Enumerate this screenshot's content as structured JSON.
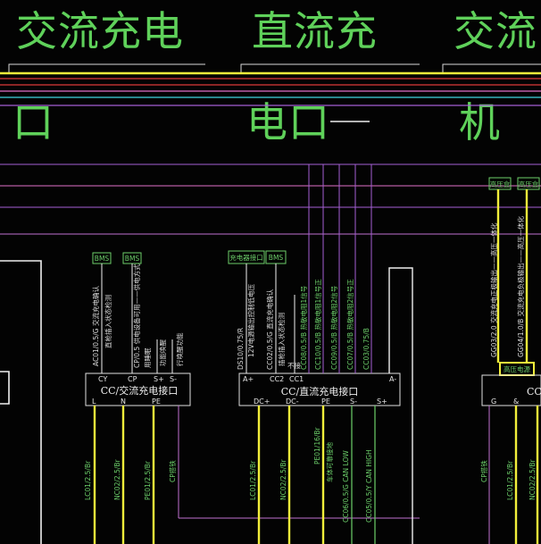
{
  "titles": {
    "ac_port_line1": "交流充电",
    "ac_port_line2": "口",
    "dc_port_line1": "直流充",
    "dc_port_line2": "电口",
    "ac_machine_line1": "交流",
    "ac_machine_line2": "机"
  },
  "ac_connector": {
    "name": "CC/交流充电接口",
    "top_pins": [
      "CY",
      "CP",
      "S+",
      "S-"
    ],
    "bottom_pins": [
      "L",
      "N",
      "PE"
    ],
    "bms_tags": [
      "BMS",
      "BMS"
    ],
    "signals": [
      "AC01/0.5/G 交流充电确认",
      "直枪插入状态检测",
      "CP/0.5 供电设备可用——供电方式",
      "用睡眠",
      "功能唤醒",
      "行唤醒功能"
    ],
    "wires": [
      "LC01/2.5/Br",
      "NC02/2.5/Br",
      "PE01/2.5/Br",
      "CP搭铁"
    ]
  },
  "dc_connector": {
    "name": "CC/直流充电接口",
    "top_pins": [
      "A+",
      "CC2",
      "CC1",
      "A-"
    ],
    "bottom_pins": [
      "DC+",
      "DC-",
      "PE",
      "S-",
      "S+"
    ],
    "tags": [
      "充电器接口",
      "BMS"
    ],
    "signals": [
      "DS10/0.75/R",
      "12V电源输出控制低电压",
      "CC02/0.5/G 直流充电确认",
      "插枪插入状态检测",
      "CC08/0.5/B 热敏电阻1信号",
      "CC10/0.5/B 热敏电阻1信号正",
      "CC09/0.5/B 热敏电阻2信号",
      "CC07/0.5/B 热敏电阻2信号正",
      "CC03/0.75/B",
      "不接"
    ],
    "wires": [
      "LC01/2.5/Br",
      "NC02/2.5/Br",
      "PE01/16/Br",
      "车体可靠接地",
      "CC06/0.5/G  CAN LOW",
      "CC05/0.5/Y  CAN HIGH"
    ]
  },
  "charger": {
    "name": "CC/A",
    "tags": [
      "高压盒",
      "高压盒"
    ],
    "box_label": "高压电源",
    "pins": [
      "G",
      "&"
    ],
    "signals": [
      "GG03/2.0 交流充电正极输出——高压一体化",
      "GG04/1.0/B 交流充电负极输出——高压一体化"
    ],
    "wires": [
      "CP搭铁",
      "LC01/2.5/Br",
      "NC02/2.5/Br"
    ]
  },
  "colors": {
    "title_green": "#5fd15a",
    "bus_yellow": "#f2ee3a",
    "bus_red": "#e03a3a",
    "bus_pink": "#e070c8",
    "bus_cyan": "#3fd6e0",
    "bus_purple": "#a45fd4",
    "wire_white": "#f0f0f0"
  }
}
